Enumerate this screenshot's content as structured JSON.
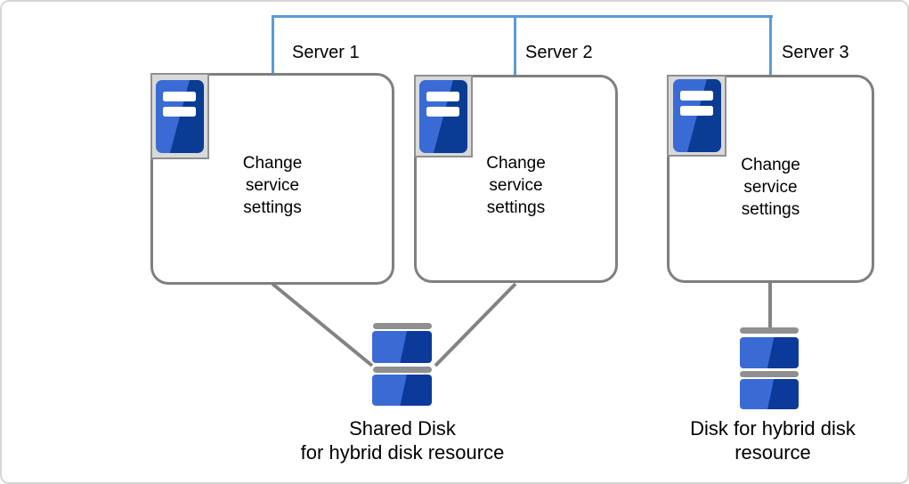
{
  "servers": [
    {
      "label": "Server 1",
      "body_lines": [
        "Change",
        "service",
        "settings"
      ]
    },
    {
      "label": "Server 2",
      "body_lines": [
        "Change",
        "service",
        "settings"
      ]
    },
    {
      "label": "Server 3",
      "body_lines": [
        "Change",
        "service",
        "settings"
      ]
    }
  ],
  "shared_disk": {
    "label_lines": [
      "Shared Disk",
      "for hybrid disk resource"
    ]
  },
  "single_disk": {
    "label_lines": [
      "Disk for hybrid disk",
      "resource"
    ]
  },
  "icons": {
    "server": "server-icon",
    "shared_disk": "shared-disk-icon",
    "single_disk": "hybrid-disk-icon"
  },
  "colors": {
    "network_connector": "#5B9BD5",
    "connection_line": "#838383",
    "box_border": "#7F7F7F",
    "server_blue_light": "#3A6BD5",
    "server_blue_dark": "#0B3C93",
    "disk_blue_dark": "#0B3A9A",
    "plate_fill": "#D9D9D9",
    "disk_cap_gray": "#909090"
  }
}
